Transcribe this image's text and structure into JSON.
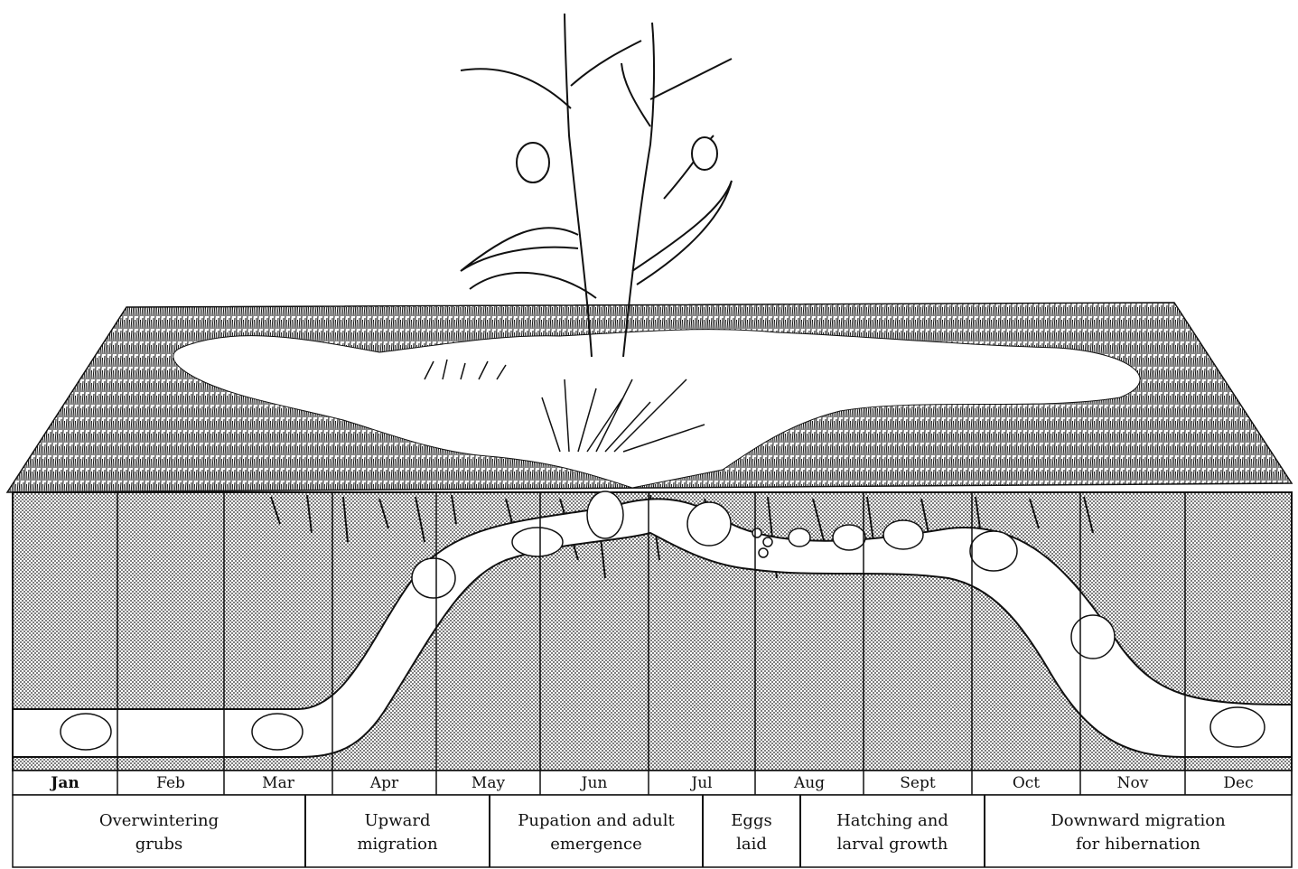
{
  "months": [
    "Jan",
    "Feb",
    "Mar",
    "Apr",
    "May",
    "Jun",
    "Jul",
    "Aug",
    "Sept",
    "Oct",
    "Nov",
    "Dec"
  ],
  "stages": [
    {
      "line1": "Overwintering",
      "line2": "grubs"
    },
    {
      "line1": "Upward",
      "line2": "migration"
    },
    {
      "line1": "Pupation and adult",
      "line2": "emergence"
    },
    {
      "line1": "Eggs",
      "line2": "laid"
    },
    {
      "line1": "Hatching and",
      "line2": "larval growth"
    },
    {
      "line1": "Downward migration",
      "line2": "for hibernation"
    }
  ],
  "colors": {
    "ink": "#111111",
    "soil": "#9a9a9a",
    "paper": "#ffffff"
  }
}
